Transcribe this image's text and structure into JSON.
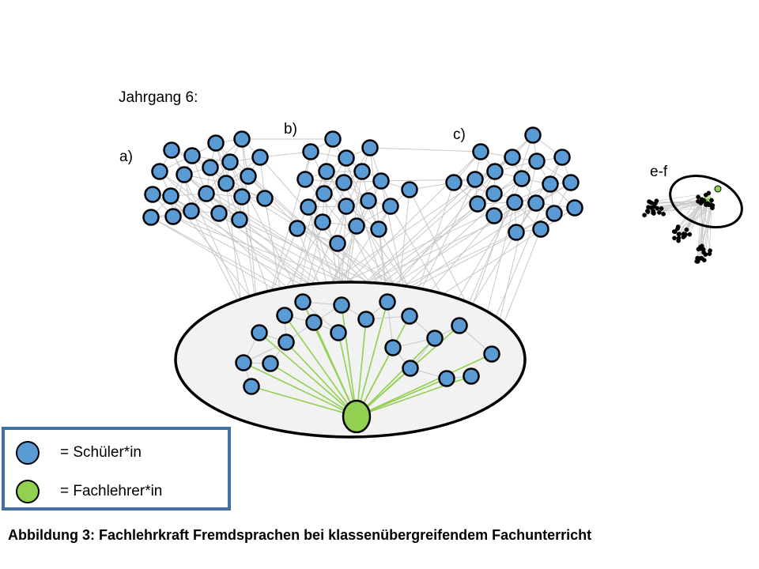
{
  "grade_label": "Jahrgang 6:",
  "cluster_labels": {
    "a": "a)",
    "b": "b)",
    "c": "c)",
    "ef": "e-f"
  },
  "legend": {
    "student": {
      "label": "= Schüler*in",
      "color": "#5b9bd5"
    },
    "teacher": {
      "label": "= Fachlehrer*in",
      "color": "#92d050"
    }
  },
  "caption": "Abbildung 3: Fachlehrkraft Fremdsprachen bei klassenübergreifendem Fachunterricht",
  "colors": {
    "student_fill": "#5b9bd5",
    "teacher_fill": "#92d050",
    "teacher_edge": "#92d050",
    "edge": "#c8c8c8",
    "group_fill": "#f2f2f2",
    "node_stroke": "#000000",
    "legend_border": "#41709c"
  }
}
